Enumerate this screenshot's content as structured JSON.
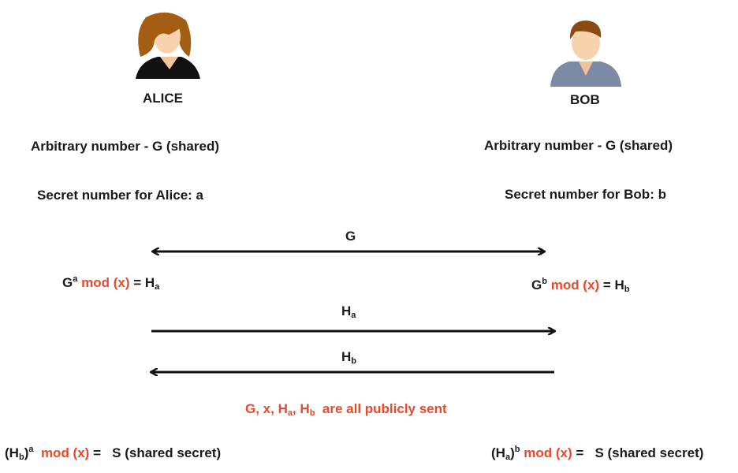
{
  "alice": {
    "name": "ALICE",
    "shared": "Arbitrary number - G (shared)",
    "secret": "Secret number for Alice: a",
    "formula": {
      "base": "G",
      "exp": "a",
      "mod": "mod (x)",
      "eq": "= H",
      "sub": "a"
    },
    "final": {
      "open": "(H",
      "sub": "b",
      "close": ")",
      "exp": "a",
      "mod": "mod (x)",
      "eq": "=   S (shared secret)"
    }
  },
  "bob": {
    "name": "BOB",
    "shared": "Arbitrary number - G (shared)",
    "secret": "Secret number for Bob: b",
    "formula": {
      "base": "G",
      "exp": "b",
      "mod": "mod (x)",
      "eq": "= H",
      "sub": "b"
    },
    "final": {
      "open": "(H",
      "sub": "a",
      "close": ")",
      "exp": "b",
      "mod": "mod (x)",
      "eq": "=   S (shared secret)"
    }
  },
  "arrows": {
    "g": "G",
    "ha": {
      "base": "H",
      "sub": "a"
    },
    "hb": {
      "base": "H",
      "sub": "b"
    }
  },
  "public_note": {
    "p1": "G, x, H",
    "s1": "a",
    "p2": ", H",
    "s2": "b",
    "p3": "  are all publicly sent"
  },
  "colors": {
    "accent": "#e8492a",
    "text": "#1a1a1a"
  }
}
